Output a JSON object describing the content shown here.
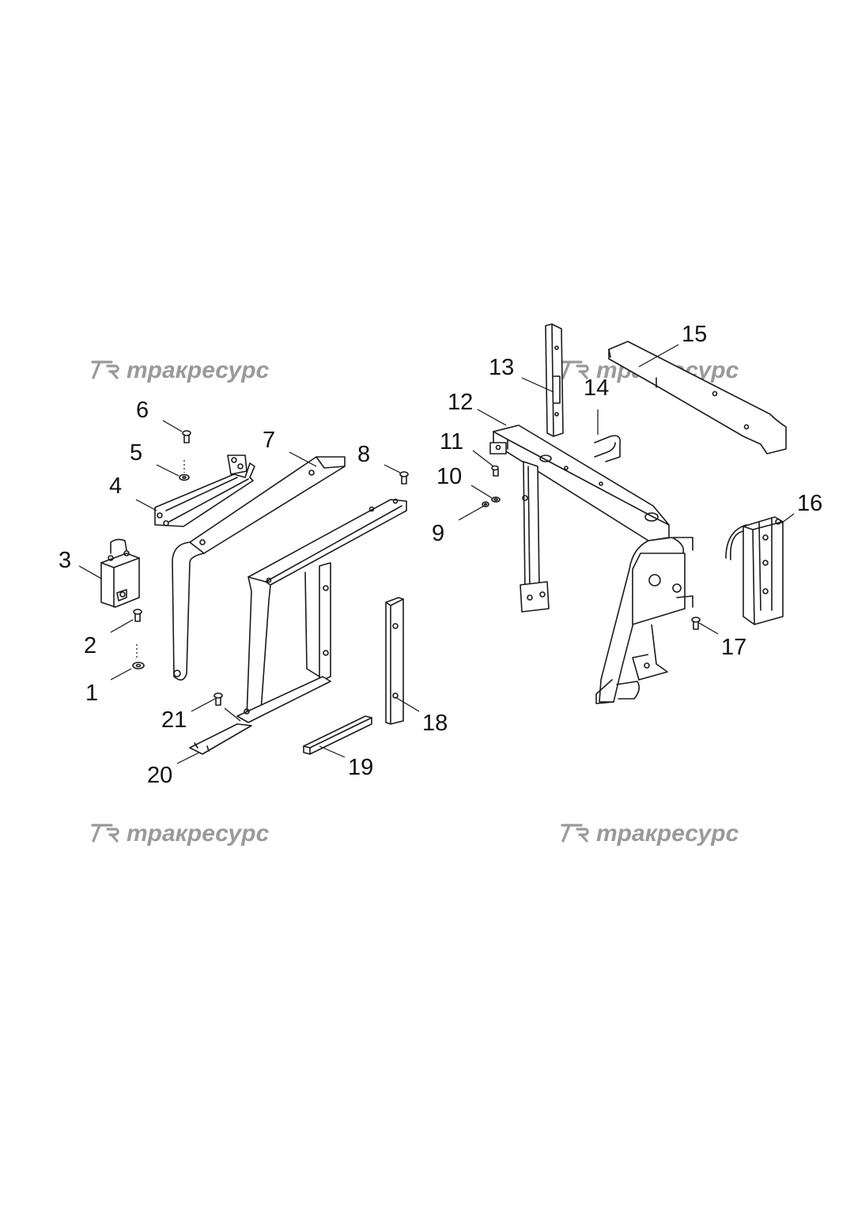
{
  "watermark": {
    "text": "тракресурс"
  },
  "callouts": {
    "c1": "1",
    "c2": "2",
    "c3": "3",
    "c4": "4",
    "c5": "5",
    "c6": "6",
    "c7": "7",
    "c8": "8",
    "c9": "9",
    "c10": "10",
    "c11": "11",
    "c12": "12",
    "c13": "13",
    "c14": "14",
    "c15": "15",
    "c16": "16",
    "c17": "17",
    "c18": "18",
    "c19": "19",
    "c20": "20",
    "c21": "21"
  }
}
